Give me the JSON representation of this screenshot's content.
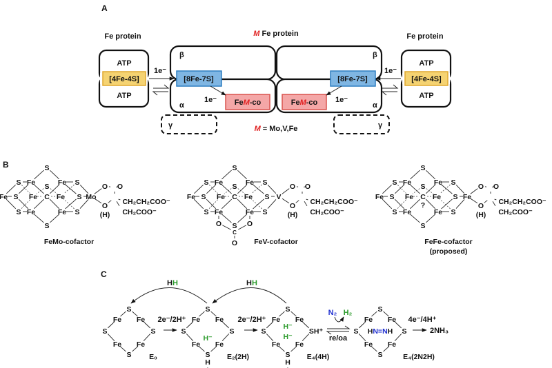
{
  "panel_a": {
    "label": "A",
    "m_symbol": "M",
    "center_title": " Fe protein",
    "fe_protein_left": "Fe protein",
    "fe_protein_right": "Fe protein",
    "atp": "ATP",
    "cluster_4fe": "[4Fe-4S]",
    "cluster_8fe": "[8Fe-7S]",
    "electron": "1e⁻",
    "beta": "β",
    "alpha": "α",
    "gamma": "γ",
    "femco_fe": "Fe",
    "femco_co": "-co",
    "m_definition": " = Mo,V,Fe",
    "colors": {
      "m_red": "#e02020",
      "yellow_fill": "#f5d372",
      "blue_fill": "#7fb6e3",
      "pink_fill": "#f4a7a7"
    }
  },
  "panel_b": {
    "label": "B",
    "structures": [
      {
        "name": "FeMo-cofactor",
        "subtitle": "",
        "atoms": [
          "S",
          "S",
          "Fe",
          "Fe",
          "S",
          "S",
          "Fe",
          "S",
          "Fe",
          "C",
          "Fe",
          "S",
          "Mo",
          "S",
          "Fe",
          "Fe",
          "S",
          "S"
        ],
        "ligand": [
          "O",
          "O",
          "O",
          "(H)",
          "CH₂CH₂COO⁻",
          "CH₂COO⁻"
        ],
        "extra": []
      },
      {
        "name": "FeV-cofactor",
        "subtitle": "",
        "atoms": [
          "S",
          "S",
          "Fe",
          "Fe",
          "S",
          "S",
          "Fe",
          "S",
          "Fe",
          "C",
          "Fe",
          "S",
          "V",
          "S",
          "Fe",
          "Fe",
          "S",
          "S"
        ],
        "ligand": [
          "O",
          "O",
          "O",
          "(H)",
          "CH₂CH₂COO⁻",
          "CH₂COO⁻"
        ],
        "extra": [
          "O",
          "C",
          "O",
          "O"
        ]
      },
      {
        "name": "FeFe-cofactor",
        "subtitle": "(proposed)",
        "atoms": [
          "S",
          "S",
          "Fe",
          "Fe",
          "S",
          "S",
          "Fe",
          "S",
          "Fe",
          "C",
          "Fe",
          "S",
          "Fe",
          "S",
          "Fe",
          "Fe",
          "S",
          "S"
        ],
        "ligand": [
          "O",
          "O",
          "O",
          "(H)",
          "CH₂CH₂COO⁻",
          "CH₂COO⁻"
        ],
        "extra": [
          "?"
        ]
      }
    ]
  },
  "panel_c": {
    "label": "C",
    "hh": "H",
    "hh_green": "H",
    "step1": "2e⁻/2H⁺",
    "step2": "2e⁻/2H⁺",
    "step3": "4e⁻/4H⁺",
    "n2": "N₂",
    "h2": "H₂",
    "re_oa": "re/oa",
    "product": "2NH₃",
    "states": [
      {
        "name": "E₀",
        "atoms": [
          "S",
          "Fe",
          "Fe",
          "S",
          "S",
          "Fe",
          "Fe",
          "S"
        ]
      },
      {
        "name": "E₂(2H)",
        "atoms": [
          "S",
          "Fe",
          "Fe",
          "S",
          "S",
          "Fe",
          "Fe",
          "S",
          "H",
          "+"
        ],
        "hydrides": [
          "H⁻"
        ]
      },
      {
        "name": "E₄(4H)",
        "atoms": [
          "S",
          "Fe",
          "Fe",
          "S",
          "SH⁺",
          "Fe",
          "Fe",
          "S",
          "H",
          "+"
        ],
        "hydrides": [
          "H⁻",
          "H⁻"
        ]
      },
      {
        "name": "E₄(2N2H)",
        "atoms": [
          "S",
          "Fe",
          "Fe",
          "S",
          "S",
          "Fe",
          "Fe",
          "S"
        ],
        "n_h": "H",
        "n1": "N",
        "n_eq": "=",
        "n2": "N",
        "n_h2": "H"
      }
    ]
  }
}
